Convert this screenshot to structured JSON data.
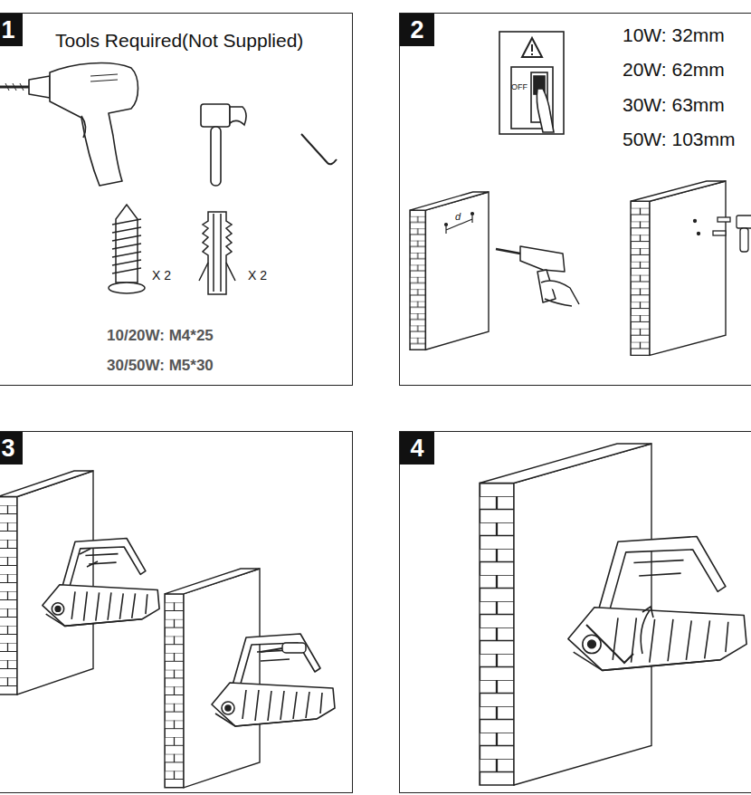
{
  "diagram": {
    "nodes": [
      {
        "text": [
          "Tools Required(Not Supplied)"
        ]
      },
      {
        "text": [
          "1"
        ],
        "in": 0
      },
      {
        "text": []
      },
      {
        "text": [
          "2"
        ],
        "in": 2
      },
      {
        "text": []
      },
      {
        "text": [
          "3"
        ],
        "in": 4
      },
      {
        "text": []
      },
      {
        "text": [
          "4"
        ],
        "in": 6
      }
    ],
    "labels": [
      "X 2",
      "X 2",
      "10/20W: M4*25",
      "30/50W: M5*30",
      "OFF",
      "10W: 32mm",
      "20W: 62mm",
      "30W: 63mm",
      "50W: 103mm",
      "d"
    ]
  }
}
